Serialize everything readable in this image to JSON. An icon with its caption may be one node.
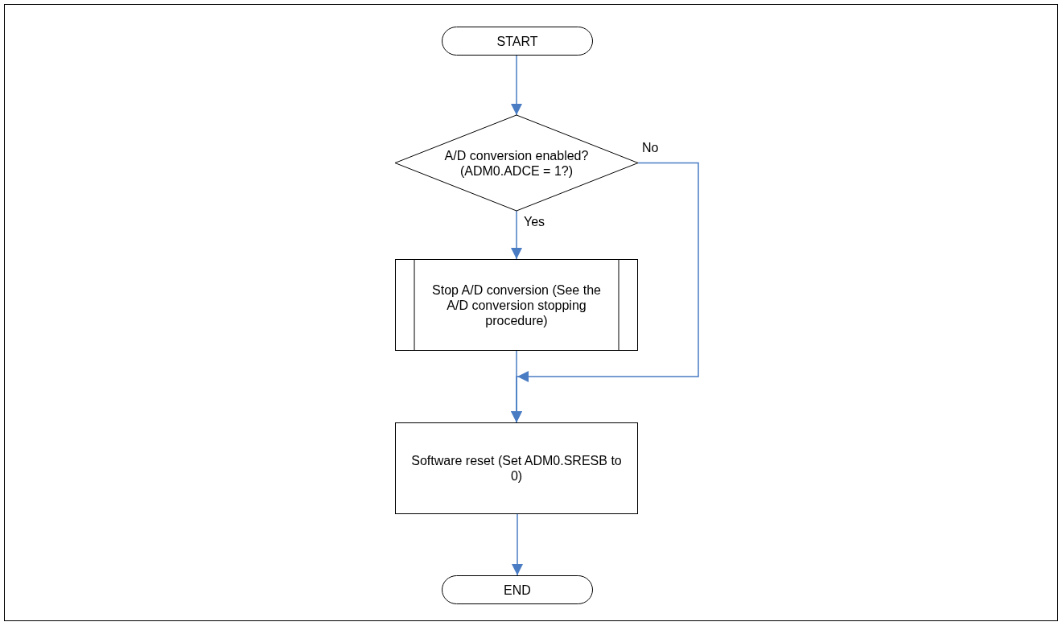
{
  "diagram": {
    "nodes": [
      {
        "text": [
          "START"
        ]
      },
      {
        "text": [
          "A/D conversion enabled? (ADM0.ADCE = 1?)"
        ]
      },
      {
        "text": [
          "Stop A/D conversion (See the A/D conversion stopping procedure)"
        ]
      },
      {
        "text": [
          "Software reset (Set ADM0.SRESB to 0)"
        ]
      },
      {
        "text": [
          "END"
        ]
      }
    ],
    "edges": [
      {
        "from": 0,
        "to": 1,
        "arrow": "to"
      },
      {
        "from": 1,
        "to": 2,
        "arrow": "to",
        "label": "Yes"
      },
      {
        "from": 1,
        "to": 3,
        "arrow": "to",
        "label": "No"
      },
      {
        "from": 2,
        "to": 3,
        "arrow": "to"
      },
      {
        "from": 3,
        "to": 4,
        "arrow": "to"
      }
    ]
  }
}
